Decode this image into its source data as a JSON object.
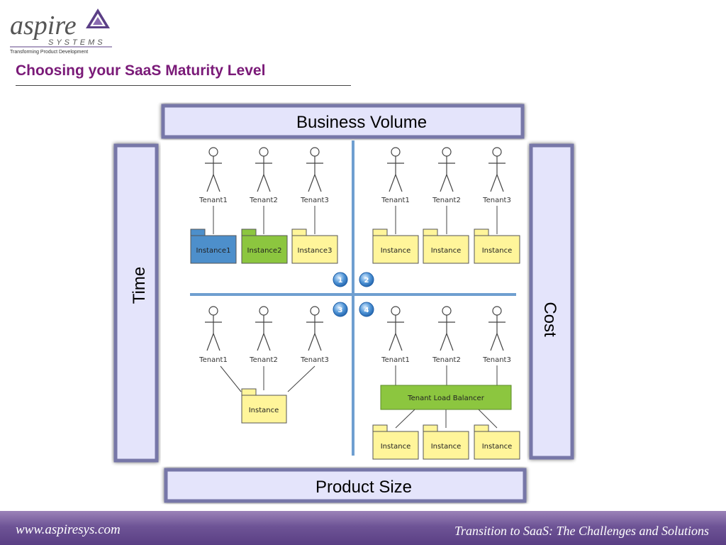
{
  "header": {
    "logo": {
      "brand": "aspire",
      "sub": "SYSTEMS",
      "tagline": "Transforming Product Development"
    },
    "title": "Choosing your SaaS Maturity Level"
  },
  "axes": {
    "top": "Business Volume",
    "bottom": "Product Size",
    "left": "Time",
    "right": "Cost"
  },
  "quadrants": {
    "q1": {
      "number": "1",
      "tenants": [
        "Tenant1",
        "Tenant2",
        "Tenant3"
      ],
      "instances": [
        "Instance1",
        "Instance2",
        "Instance3"
      ]
    },
    "q2": {
      "number": "2",
      "tenants": [
        "Tenant1",
        "Tenant2",
        "Tenant3"
      ],
      "instances": [
        "Instance",
        "Instance",
        "Instance"
      ]
    },
    "q3": {
      "number": "3",
      "tenants": [
        "Tenant1",
        "Tenant2",
        "Tenant3"
      ],
      "instance": "Instance"
    },
    "q4": {
      "number": "4",
      "tenants": [
        "Tenant1",
        "Tenant2",
        "Tenant3"
      ],
      "balancer": "Tenant Load Balancer",
      "instances": [
        "Instance",
        "Instance",
        "Instance"
      ]
    }
  },
  "footer": {
    "url": "www.aspiresys.com",
    "subtitle": "Transition to SaaS: The Challenges and Solutions"
  },
  "colors": {
    "title": "#7a1a78",
    "axis_panel": "#e4e4fb",
    "axis_border": "#7777a8",
    "divider": "#6f9fd0",
    "folder_yellow": "#fff59a",
    "folder_blue": "#4d8fcb",
    "folder_green": "#8cc63f",
    "footer": "#6e5496"
  }
}
